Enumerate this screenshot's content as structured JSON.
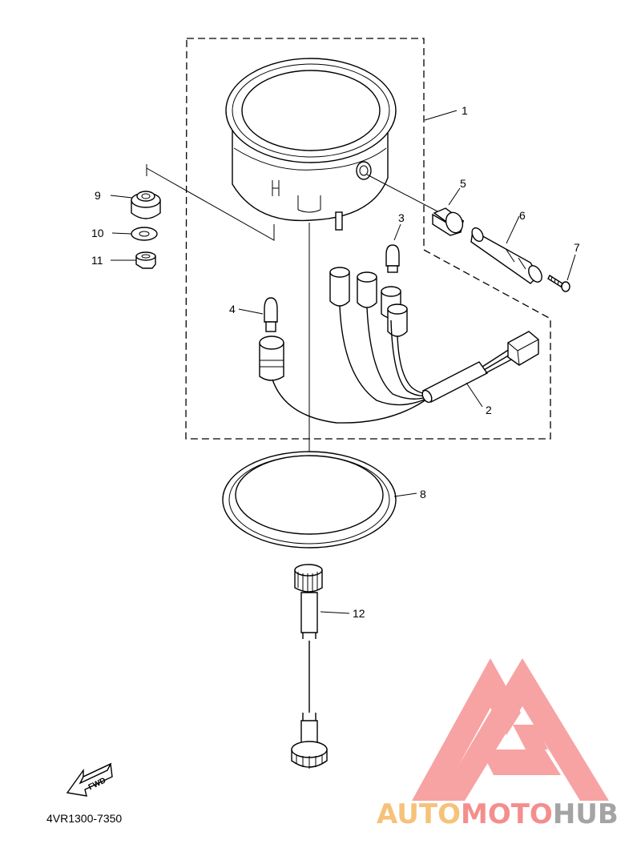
{
  "callouts": {
    "c1": "1",
    "c2": "2",
    "c3": "3",
    "c4": "4",
    "c5": "5",
    "c6": "6",
    "c7": "7",
    "c8": "8",
    "c9": "9",
    "c10": "10",
    "c11": "11",
    "c12": "12"
  },
  "fwd_label": "FWD",
  "diagram_code": "4VR1300-7350",
  "watermark": {
    "part1": "AUTO",
    "part2": "MOTO",
    "part3": "HUB",
    "colors": {
      "auto": "#f6c27a",
      "moto": "#f48e8e",
      "hub": "#a4a4a4",
      "logo": "#f7a3a3"
    }
  }
}
